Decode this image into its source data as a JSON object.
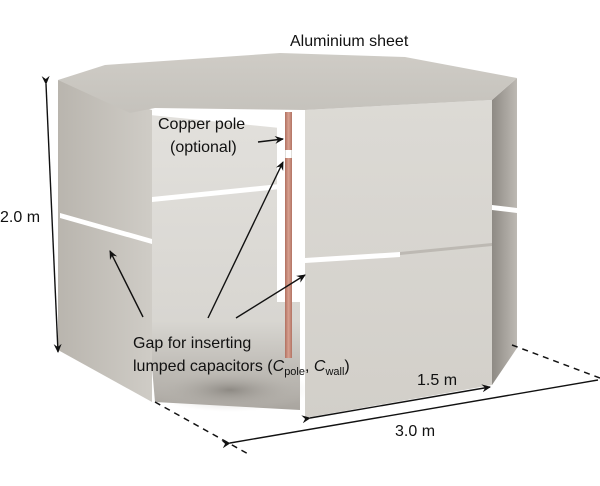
{
  "title_label": "Aluminium sheet",
  "pole_label": {
    "line1": "Copper pole",
    "line2": "(optional)"
  },
  "gap_label": {
    "line1": "Gap for inserting",
    "line2_prefix": "lumped capacitors (",
    "cap1_symbol": "C",
    "cap1_sub": "pole",
    "separator": ", ",
    "cap2_symbol": "C",
    "cap2_sub": "wall",
    "suffix": ")"
  },
  "dimensions": {
    "height": "2.0 m",
    "side": "1.5 m",
    "diameter": "3.0 m"
  },
  "colors": {
    "aluminium_light": "#d9d7d2",
    "aluminium_mid": "#c8c5bf",
    "aluminium_dark": "#8f8b85",
    "copper": "#c98a78",
    "gap": "#ffffff",
    "ink": "#111111"
  }
}
